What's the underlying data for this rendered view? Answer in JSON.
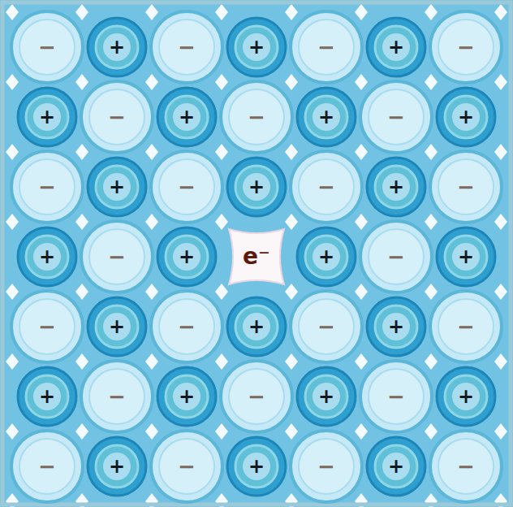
{
  "diagram": {
    "nodes": [
      {
        "text": [
          "−"
        ]
      },
      {
        "text": [
          "+"
        ]
      },
      {
        "text": [
          "−"
        ]
      },
      {
        "text": [
          "+"
        ]
      },
      {
        "text": [
          "−"
        ]
      },
      {
        "text": [
          "+"
        ]
      },
      {
        "text": [
          "−"
        ]
      },
      {
        "text": [
          "+"
        ]
      },
      {
        "text": [
          "−"
        ]
      },
      {
        "text": [
          "+"
        ]
      },
      {
        "text": [
          "−"
        ]
      },
      {
        "text": [
          "+"
        ]
      },
      {
        "text": [
          "−"
        ]
      },
      {
        "text": [
          "+"
        ]
      },
      {
        "text": [
          "−"
        ]
      },
      {
        "text": [
          "+"
        ]
      },
      {
        "text": [
          "−"
        ]
      },
      {
        "text": [
          "+"
        ]
      },
      {
        "text": [
          "−"
        ]
      },
      {
        "text": [
          "+"
        ]
      },
      {
        "text": [
          "−"
        ]
      },
      {
        "text": [
          "+"
        ]
      },
      {
        "text": [
          "−"
        ]
      },
      {
        "text": [
          "+"
        ]
      },
      {
        "text": [
          "+"
        ]
      },
      {
        "text": [
          "−"
        ]
      },
      {
        "text": [
          "+"
        ]
      },
      {
        "text": [
          "−"
        ]
      },
      {
        "text": [
          "+"
        ]
      },
      {
        "text": [
          "−"
        ]
      },
      {
        "text": [
          "+"
        ]
      },
      {
        "text": [
          "−"
        ]
      },
      {
        "text": [
          "+"
        ]
      },
      {
        "text": [
          "−"
        ]
      },
      {
        "text": [
          "+"
        ]
      },
      {
        "text": [
          "−"
        ]
      },
      {
        "text": [
          "+"
        ]
      },
      {
        "text": [
          "−"
        ]
      },
      {
        "text": [
          "+"
        ]
      },
      {
        "text": [
          "−"
        ]
      },
      {
        "text": [
          "+"
        ]
      },
      {
        "text": [
          "−"
        ]
      },
      {
        "text": [
          "+"
        ]
      },
      {
        "text": [
          "−"
        ]
      },
      {
        "text": [
          "+"
        ]
      },
      {
        "text": [
          "−"
        ]
      },
      {
        "text": [
          "+"
        ]
      },
      {
        "text": [
          "−"
        ]
      }
    ],
    "labels": [
      "e⁻"
    ]
  }
}
